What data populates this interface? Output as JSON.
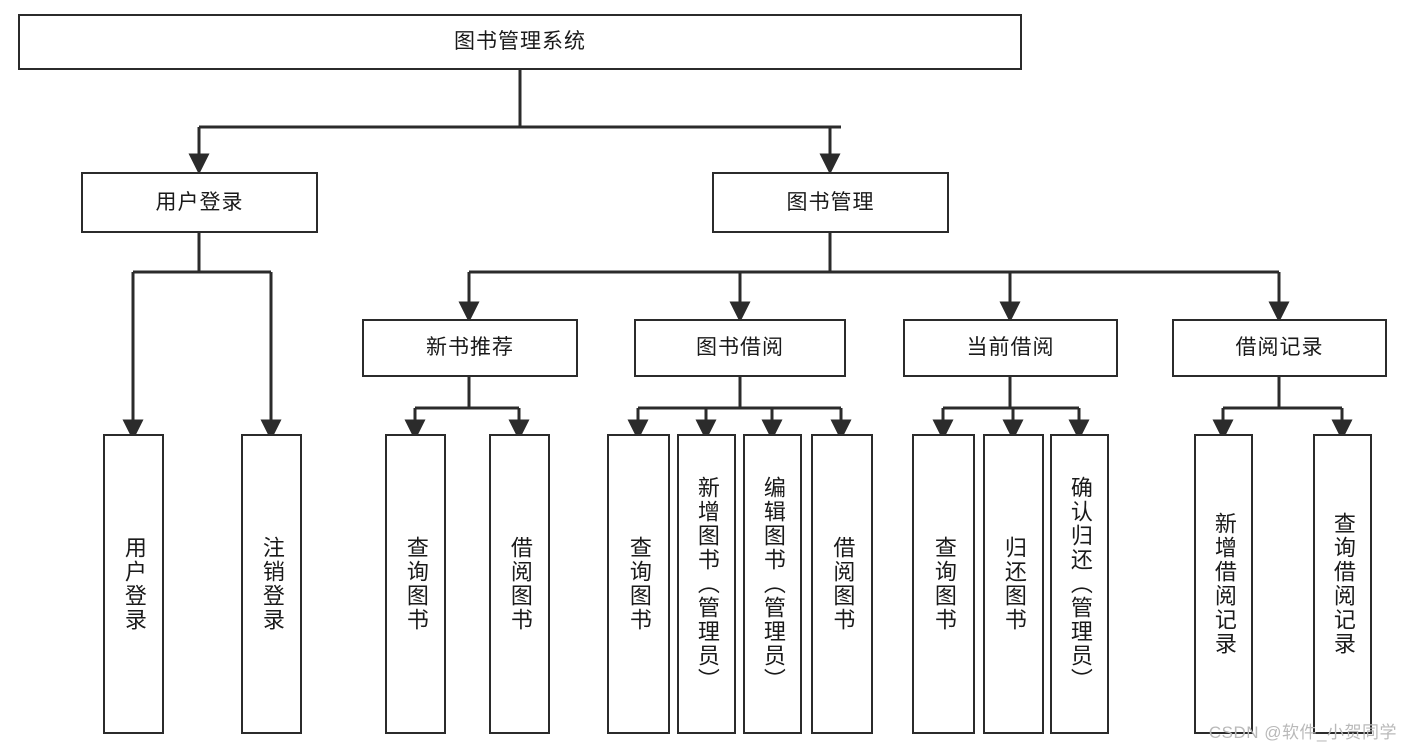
{
  "diagram": {
    "title": "图书管理系统",
    "type": "tree",
    "watermark": "CSDN @软件_小贺同学",
    "colors": {
      "border": "#2b2b2b",
      "background": "#ffffff",
      "text": "#1a1a1a",
      "watermark": "#b9b9b9"
    },
    "nodes": {
      "root": {
        "label": "图书管理系统"
      },
      "level2": [
        {
          "id": "user-login",
          "label": "用户登录"
        },
        {
          "id": "book-manage",
          "label": "图书管理"
        }
      ],
      "level3": [
        {
          "id": "new-book-rec",
          "label": "新书推荐"
        },
        {
          "id": "book-borrow",
          "label": "图书借阅"
        },
        {
          "id": "current-borrow",
          "label": "当前借阅"
        },
        {
          "id": "borrow-record",
          "label": "借阅记录"
        }
      ],
      "leaves": [
        {
          "id": "leaf-user-login",
          "label": "用户登录",
          "parent": "user-login"
        },
        {
          "id": "leaf-logout",
          "label": "注销登录",
          "parent": "user-login"
        },
        {
          "id": "leaf-query-book-1",
          "label": "查询图书",
          "parent": "new-book-rec"
        },
        {
          "id": "leaf-borrow-book-1",
          "label": "借阅图书",
          "parent": "new-book-rec"
        },
        {
          "id": "leaf-query-book-2",
          "label": "查询图书",
          "parent": "book-borrow"
        },
        {
          "id": "leaf-add-book",
          "label": "新增图书（管理员）",
          "parent": "book-borrow"
        },
        {
          "id": "leaf-edit-book",
          "label": "编辑图书（管理员）",
          "parent": "book-borrow"
        },
        {
          "id": "leaf-borrow-book-2",
          "label": "借阅图书",
          "parent": "book-borrow"
        },
        {
          "id": "leaf-query-book-3",
          "label": "查询图书",
          "parent": "current-borrow"
        },
        {
          "id": "leaf-return-book",
          "label": "归还图书",
          "parent": "current-borrow"
        },
        {
          "id": "leaf-confirm-return",
          "label": "确认归还（管理员）",
          "parent": "current-borrow"
        },
        {
          "id": "leaf-add-record",
          "label": "新增借阅记录",
          "parent": "borrow-record"
        },
        {
          "id": "leaf-query-record",
          "label": "查询借阅记录",
          "parent": "borrow-record"
        }
      ]
    }
  }
}
